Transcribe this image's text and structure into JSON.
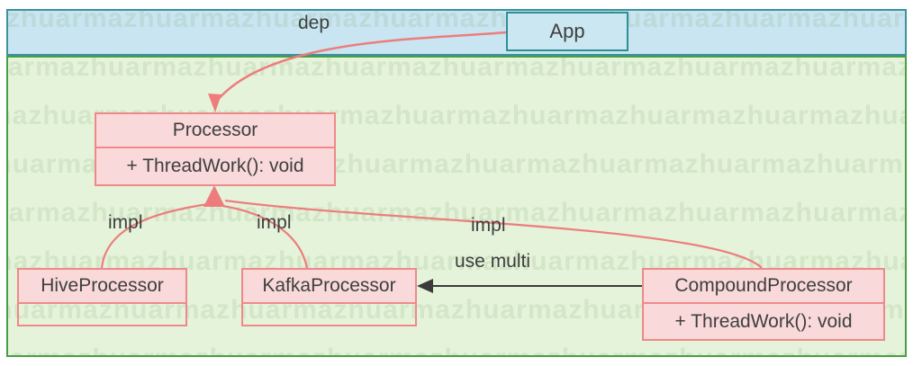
{
  "diagram": {
    "app": {
      "label": "App"
    },
    "edges": {
      "dep": {
        "label": "dep"
      },
      "impl_hive": {
        "label": "impl"
      },
      "impl_kafka": {
        "label": "impl"
      },
      "impl_compound": {
        "label": "impl"
      },
      "use_multi": {
        "label": "use multi"
      }
    },
    "classes": {
      "processor": {
        "name": "Processor",
        "method": "+ ThreadWork(): void"
      },
      "hive": {
        "name": "HiveProcessor"
      },
      "kafka": {
        "name": "KafkaProcessor"
      },
      "compound": {
        "name": "CompoundProcessor",
        "method": "+ ThreadWork(): void"
      }
    }
  },
  "watermark": {
    "unit": "zhuarma",
    "repeat": 22,
    "rows": 8,
    "row_start": -6,
    "row_gap": 54
  },
  "colors": {
    "band_fill": "#c9e5f1",
    "band_border": "#3b92a0",
    "app_border": "#2e8f93",
    "area_fill": "#e5f3da",
    "area_border": "#479f44",
    "class_fill": "#f9d9d9",
    "class_border": "#ef8989",
    "red_edge": "#ed7d7d",
    "black_edge": "#3b3b3b",
    "text": "#3f3f3f"
  }
}
